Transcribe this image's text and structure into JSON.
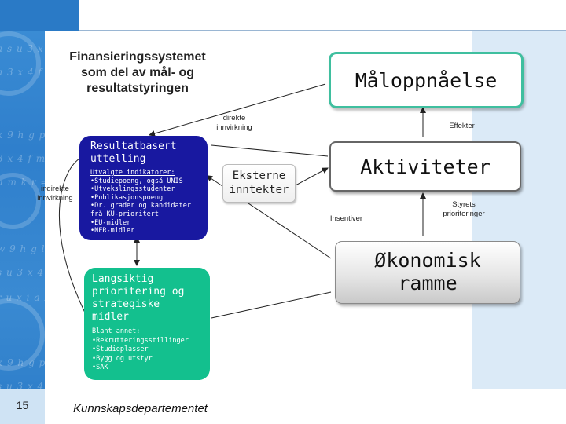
{
  "title_lines": [
    "Finansieringssystemet",
    "som del av mål- og",
    "resultatstyringen"
  ],
  "boxes": {
    "maaloppnaaelse": "Måloppnåelse",
    "aktiviteter": "Aktiviteter",
    "okonomisk_ramme": [
      "Økonomisk",
      "ramme"
    ],
    "eksterne_inntekter": [
      "Eksterne",
      "inntekter"
    ],
    "resultatbasert": {
      "heading": [
        "Resultatbasert",
        "uttelling"
      ],
      "sub_heading": "Utvalgte indikatorer:",
      "items": [
        "•Studiepoeng, også UNIS",
        "•Utvekslingsstudenter",
        "•Publikasjonspoeng",
        "•Dr. grader og kandidater",
        "frå KU-prioritert",
        "•EU-midler",
        "•NFR-midler"
      ]
    },
    "langsiktig": {
      "heading": [
        "Langsiktig",
        "prioritering og",
        "strategiske",
        "midler"
      ],
      "sub_heading": "Blant annet:",
      "items": [
        "•Rekrutteringsstillinger",
        "•Studieplasser",
        "•Bygg og utstyr",
        "•SAK"
      ]
    }
  },
  "labels": {
    "direkte_innvirkning": [
      "direkte",
      "innvirkning"
    ],
    "effekter": "Effekter",
    "indirekte_innvirkning": [
      "indirekte",
      "innvirkning"
    ],
    "insentiver": "Insentiver",
    "styrets_prioriteringer": [
      "Styrets",
      "prioriteringer"
    ]
  },
  "footer": {
    "slide_number": "15",
    "department": "Kunnskapsdepartementet"
  },
  "colors": {
    "resultatbasert_fill": "#1818a0",
    "langsiktig_fill": "#13c08e",
    "maal_border": "#3fbf9f"
  }
}
